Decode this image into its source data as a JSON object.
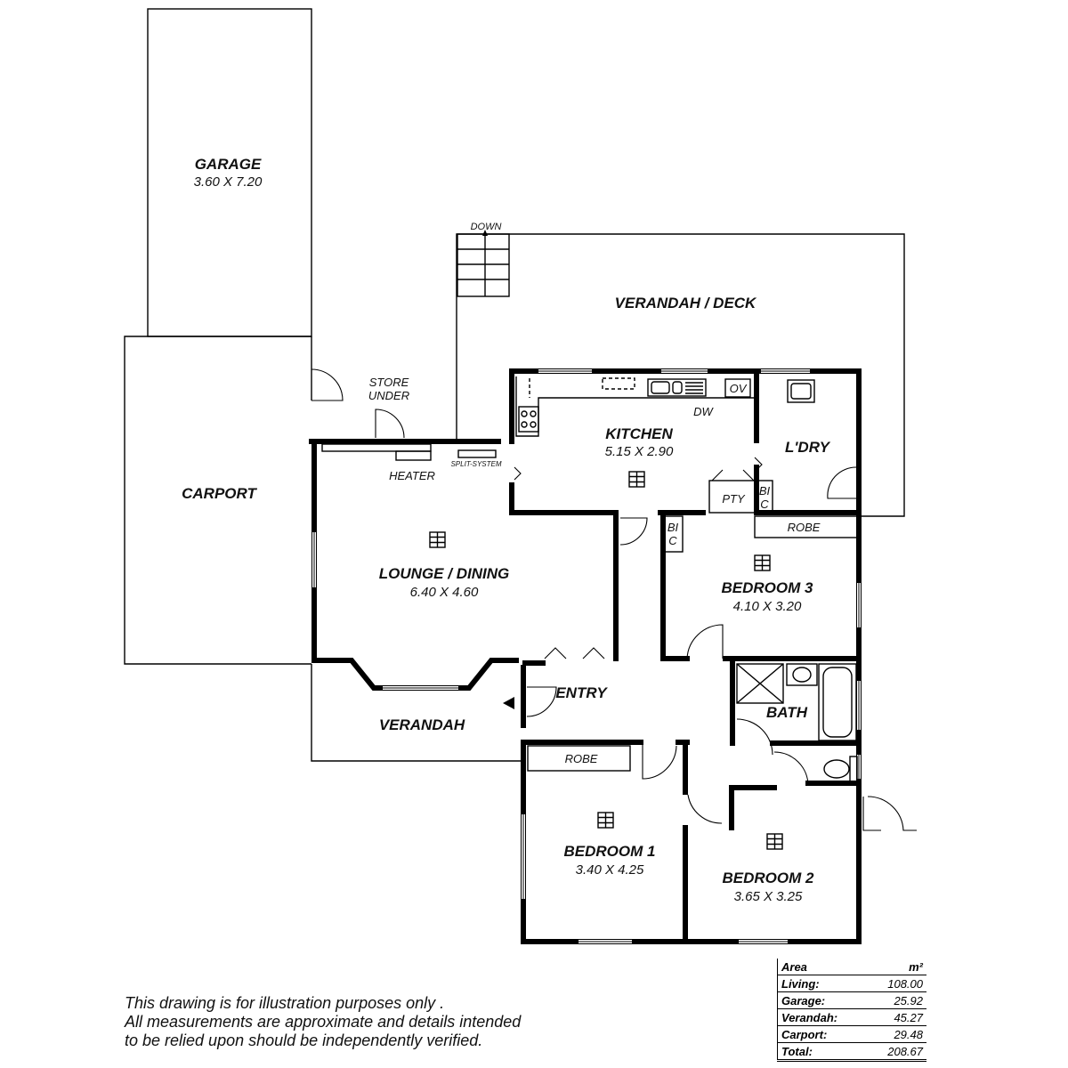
{
  "rooms": {
    "garage": {
      "name": "GARAGE",
      "size": "3.60 X 7.20"
    },
    "carport": {
      "name": "CARPORT"
    },
    "verandah_deck": {
      "name": "VERANDAH / DECK"
    },
    "kitchen": {
      "name": "KITCHEN",
      "size": "5.15 X 2.90"
    },
    "laundry": {
      "name": "L'DRY"
    },
    "lounge_dining": {
      "name": "LOUNGE / DINING",
      "size": "6.40 X 4.60"
    },
    "bedroom3": {
      "name": "BEDROOM 3",
      "size": "4.10 X 3.20"
    },
    "entry": {
      "name": "ENTRY"
    },
    "bath": {
      "name": "BATH"
    },
    "verandah": {
      "name": "VERANDAH"
    },
    "bedroom1": {
      "name": "BEDROOM 1",
      "size": "3.40 X 4.25"
    },
    "bedroom2": {
      "name": "BEDROOM 2",
      "size": "3.65 X 3.25"
    }
  },
  "fixtures": {
    "down": "DOWN",
    "store_line1": "STORE",
    "store_line2": "UNDER",
    "heater": "HEATER",
    "split_system": "SPLIT-SYSTEM",
    "dw": "DW",
    "ov": "OV",
    "pty": "PTY",
    "bic_kitchen_line1": "BI",
    "bic_kitchen_line2": "C",
    "bic_hall_line1": "BI",
    "bic_hall_line2": "C",
    "robe_bed3": "ROBE",
    "robe_bed1": "ROBE"
  },
  "disclaimer": {
    "line1": "This drawing is for illustration purposes only .",
    "line2": "All measurements are approximate and details intended",
    "line3": "to be relied upon should be independently verified."
  },
  "area_table": {
    "header_label": "Area",
    "header_unit": "m²",
    "rows": [
      {
        "label": "Living:",
        "value": "108.00"
      },
      {
        "label": "Garage:",
        "value": "25.92"
      },
      {
        "label": "Verandah:",
        "value": "45.27"
      },
      {
        "label": "Carport:",
        "value": "29.48"
      },
      {
        "label": "Total:",
        "value": "208.67"
      }
    ]
  }
}
